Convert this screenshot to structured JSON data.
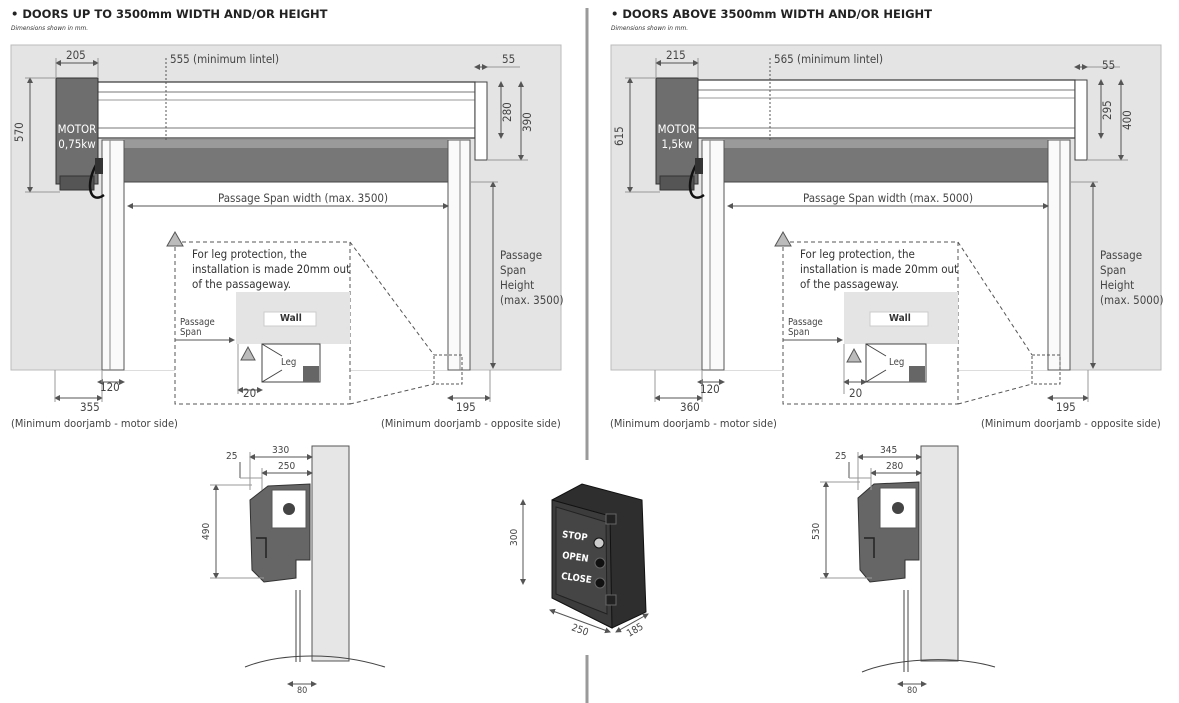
{
  "left": {
    "heading": "• DOORS UP TO 3500mm WIDTH AND/OR HEIGHT",
    "subheading": "Dimensions shown in mm.",
    "motor_label": "MOTOR",
    "motor_power": "0,75kw",
    "dims": {
      "motor_width": "205",
      "lintel": "555 (minimum lintel)",
      "right_top": "55",
      "motor_height": "570",
      "box_height_a": "280",
      "box_height_b": "390",
      "passage_width": "Passage Span width (max. 3500)",
      "leg_offset": "120",
      "doorjamb_motor": "355",
      "doorjamb_opposite": "195",
      "leg_protection_offset": "20"
    },
    "passage_height_lines": [
      "Passage",
      "Span",
      "Height",
      "(max. 3500)"
    ],
    "leg_note": "For leg protection, the installation is made 20mm out of the passageway.",
    "inset_wall": "Wall",
    "inset_leg": "Leg",
    "inset_passage": [
      "Passage",
      "Span"
    ],
    "caption_motor": "(Minimum doorjamb - motor side)",
    "caption_opposite": "(Minimum doorjamb - opposite side)",
    "side": {
      "d25": "25",
      "d330": "330",
      "d250": "250",
      "d490": "490",
      "d80": "80"
    }
  },
  "right": {
    "heading": "• DOORS ABOVE 3500mm WIDTH AND/OR HEIGHT",
    "subheading": "Dimensions shown in mm.",
    "motor_label": "MOTOR",
    "motor_power": "1,5kw",
    "dims": {
      "motor_width": "215",
      "lintel": "565 (minimum lintel)",
      "right_top": "55",
      "motor_height": "615",
      "box_height_a": "295",
      "box_height_b": "400",
      "passage_width": "Passage Span width (max. 5000)",
      "leg_offset": "120",
      "doorjamb_motor": "360",
      "doorjamb_opposite": "195",
      "leg_protection_offset": "20"
    },
    "passage_height_lines": [
      "Passage",
      "Span",
      "Height",
      "(max. 5000)"
    ],
    "leg_note": "For leg protection, the installation is made 20mm out of the passageway.",
    "inset_wall": "Wall",
    "inset_leg": "Leg",
    "inset_passage": [
      "Passage",
      "Span"
    ],
    "caption_motor": "(Minimum doorjamb - motor side)",
    "caption_opposite": "(Minimum doorjamb - opposite side)",
    "side": {
      "d25": "25",
      "d345": "345",
      "d280": "280",
      "d530": "530",
      "d80": "80"
    }
  },
  "control_box": {
    "buttons": [
      "STOP",
      "OPEN",
      "CLOSE"
    ],
    "height": "300",
    "width": "250",
    "depth": "185"
  },
  "colors": {
    "wall": "#e3e3e3",
    "motor": "#6e6e6e",
    "control_box": "#3c3c3c",
    "divider": "#9a9a9a"
  }
}
